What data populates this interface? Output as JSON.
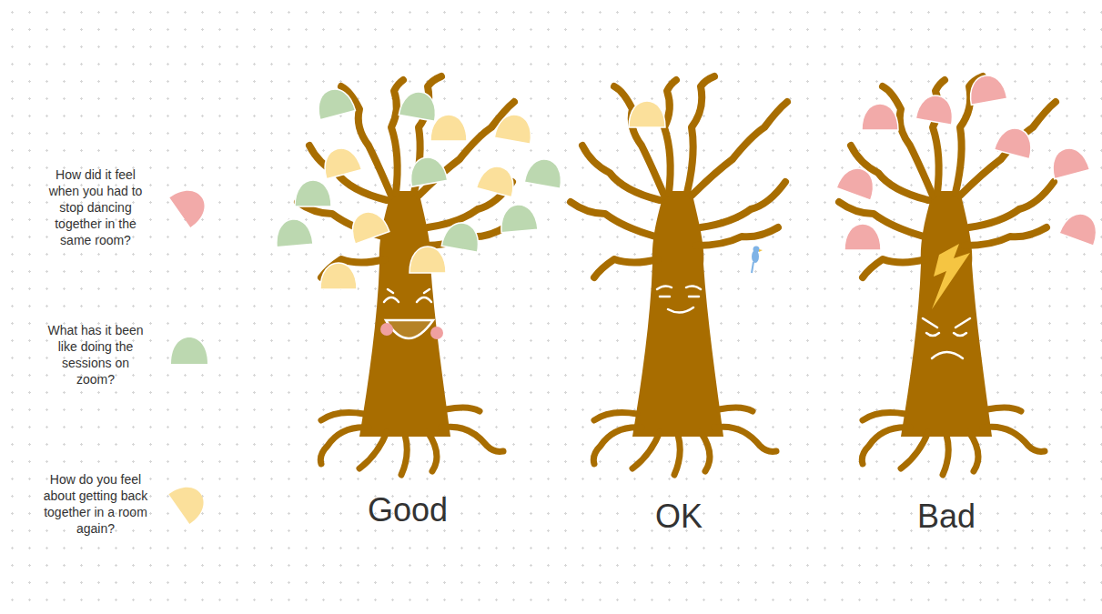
{
  "diagram": {
    "labels": [
      "Good",
      "OK",
      "Bad"
    ],
    "legend": [
      {
        "text": "How did it feel when you had to stop dancing together in the same room?",
        "color": "#f2aaa9"
      },
      {
        "text": "What has it been like doing the sessions on zoom?",
        "color": "#bcd8b0"
      },
      {
        "text": "How do you feel about getting back together in a room again?",
        "color": "#fbe09b"
      }
    ]
  }
}
